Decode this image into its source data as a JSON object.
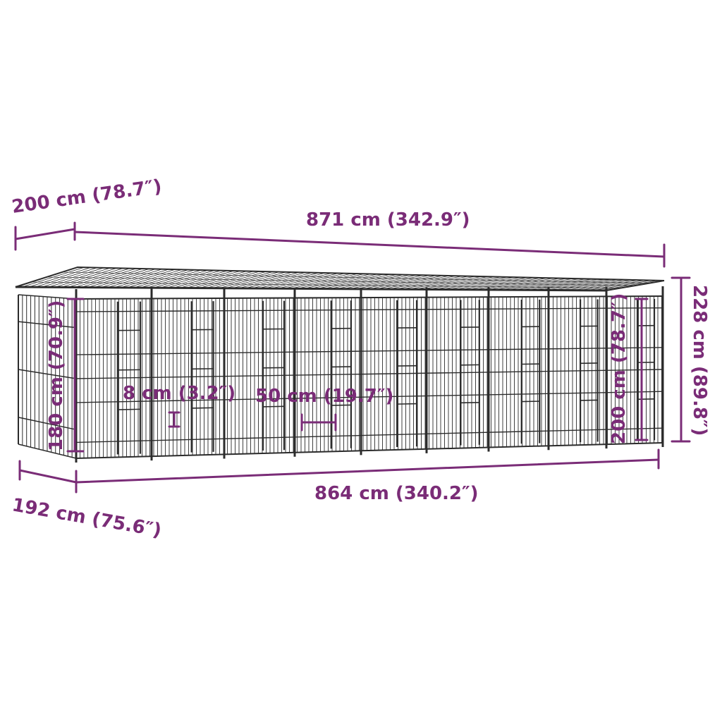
{
  "colors": {
    "dimension": "#7a2c77",
    "kennel": "#2b2b2b",
    "background": "#ffffff"
  },
  "product": {
    "type": "outdoor dog kennel with roof",
    "kennel_count": 9
  },
  "dimensions": {
    "roof_depth": "200 cm (78.7″)",
    "roof_length": "871 cm (342.9″)",
    "total_height": "228 cm (89.8″)",
    "door_height": "200 cm (78.7″)",
    "panel_height": "180 cm (70.9″)",
    "ground_gap": "8 cm (3.2″)",
    "door_width": "50 cm (19.7″)",
    "base_length": "864 cm (340.2″)",
    "base_depth": "192 cm (75.6″)"
  }
}
